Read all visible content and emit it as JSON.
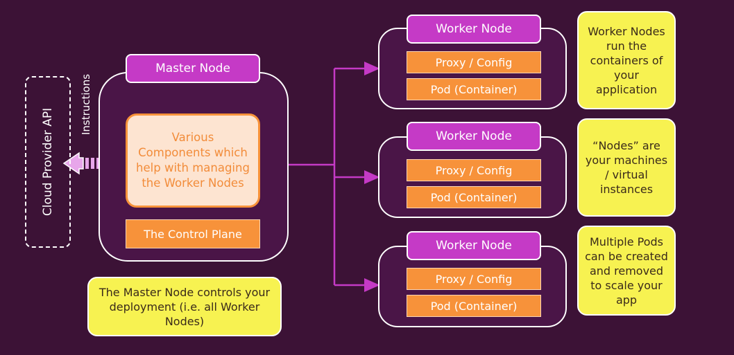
{
  "cloud_api": {
    "label": "Cloud Provider API"
  },
  "instructions": {
    "label": "Instructions"
  },
  "master": {
    "title": "Master Node",
    "components": "Various Components which help with managing the Worker Nodes",
    "control_plane": "The Control Plane"
  },
  "workers": [
    {
      "title": "Worker Node",
      "proxy": "Proxy / Config",
      "pod": "Pod (Container)"
    },
    {
      "title": "Worker Node",
      "proxy": "Proxy / Config",
      "pod": "Pod (Container)"
    },
    {
      "title": "Worker Node",
      "proxy": "Proxy / Config",
      "pod": "Pod (Container)"
    }
  ],
  "notes": {
    "master": "The Master Node controls your deployment (i.e. all Worker Nodes)",
    "worker1": "Worker Nodes run the containers of your application",
    "worker2": "“Nodes” are your machines / virtual instances",
    "worker3": "Multiple Pods can be created and removed to scale your app"
  },
  "colors": {
    "background": "#3c1236",
    "node_title": "#c53ac6",
    "orange": "#f7923a",
    "note": "#f7f251",
    "arrow": "#c53ac6",
    "instruction_arrow": "#e7a6ea"
  }
}
